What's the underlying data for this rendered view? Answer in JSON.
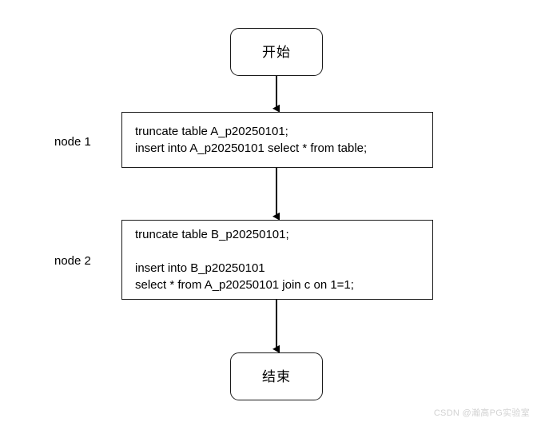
{
  "diagram": {
    "type": "flowchart",
    "orientation": "top-to-bottom",
    "background_color": "#ffffff",
    "stroke_color": "#1a1a1a",
    "nodes": {
      "start": {
        "shape": "terminator",
        "label": "开始"
      },
      "node_1": {
        "shape": "process",
        "side_label": "node 1",
        "text": "truncate table A_p20250101;\ninsert into A_p20250101 select * from table;"
      },
      "node_2": {
        "shape": "process",
        "side_label": "node 2",
        "text": "truncate table B_p20250101;\n\ninsert into B_p20250101\nselect * from A_p20250101 join c on 1=1;"
      },
      "end": {
        "shape": "terminator",
        "label": "结束"
      }
    },
    "connectors": [
      {
        "name": "start-to-node-1",
        "from": "start",
        "to": "node_1",
        "arrowhead": "filled-triangle"
      },
      {
        "name": "node-1-to-node-2",
        "from": "node_1",
        "to": "node_2",
        "arrowhead": "filled-triangle"
      },
      {
        "name": "node-2-to-end",
        "from": "node_2",
        "to": "end",
        "arrowhead": "filled-triangle"
      }
    ]
  },
  "watermark": {
    "text": "CSDN @瀚高PG实验室",
    "color": "#d2d2d2"
  }
}
